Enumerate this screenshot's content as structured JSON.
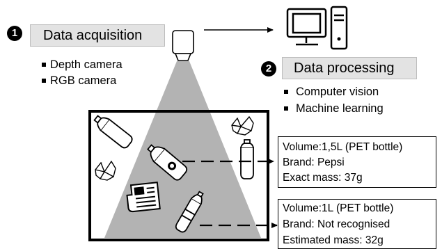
{
  "step1": {
    "number": "1",
    "title": "Data acquisition",
    "items": [
      "Depth camera",
      "RGB camera"
    ]
  },
  "step2": {
    "number": "2",
    "title": "Data processing",
    "items": [
      "Computer vision",
      "Machine learning"
    ]
  },
  "results": [
    {
      "volume": "Volume:1,5L (PET bottle)",
      "brand": "Brand: Pepsi",
      "mass": "Exact mass: 37g"
    },
    {
      "volume": "Volume:1L (PET bottle)",
      "brand": "Brand: Not recognised",
      "mass": "Estimated mass: 32g"
    }
  ],
  "icons": [
    "camera-icon",
    "computer-icon",
    "bottle-icon",
    "crumpled-paper-icon",
    "newspaper-icon"
  ],
  "colors": {
    "box_fill": "#e3e3e3",
    "cone_fill": "#b3b3b3",
    "line": "#000000"
  }
}
